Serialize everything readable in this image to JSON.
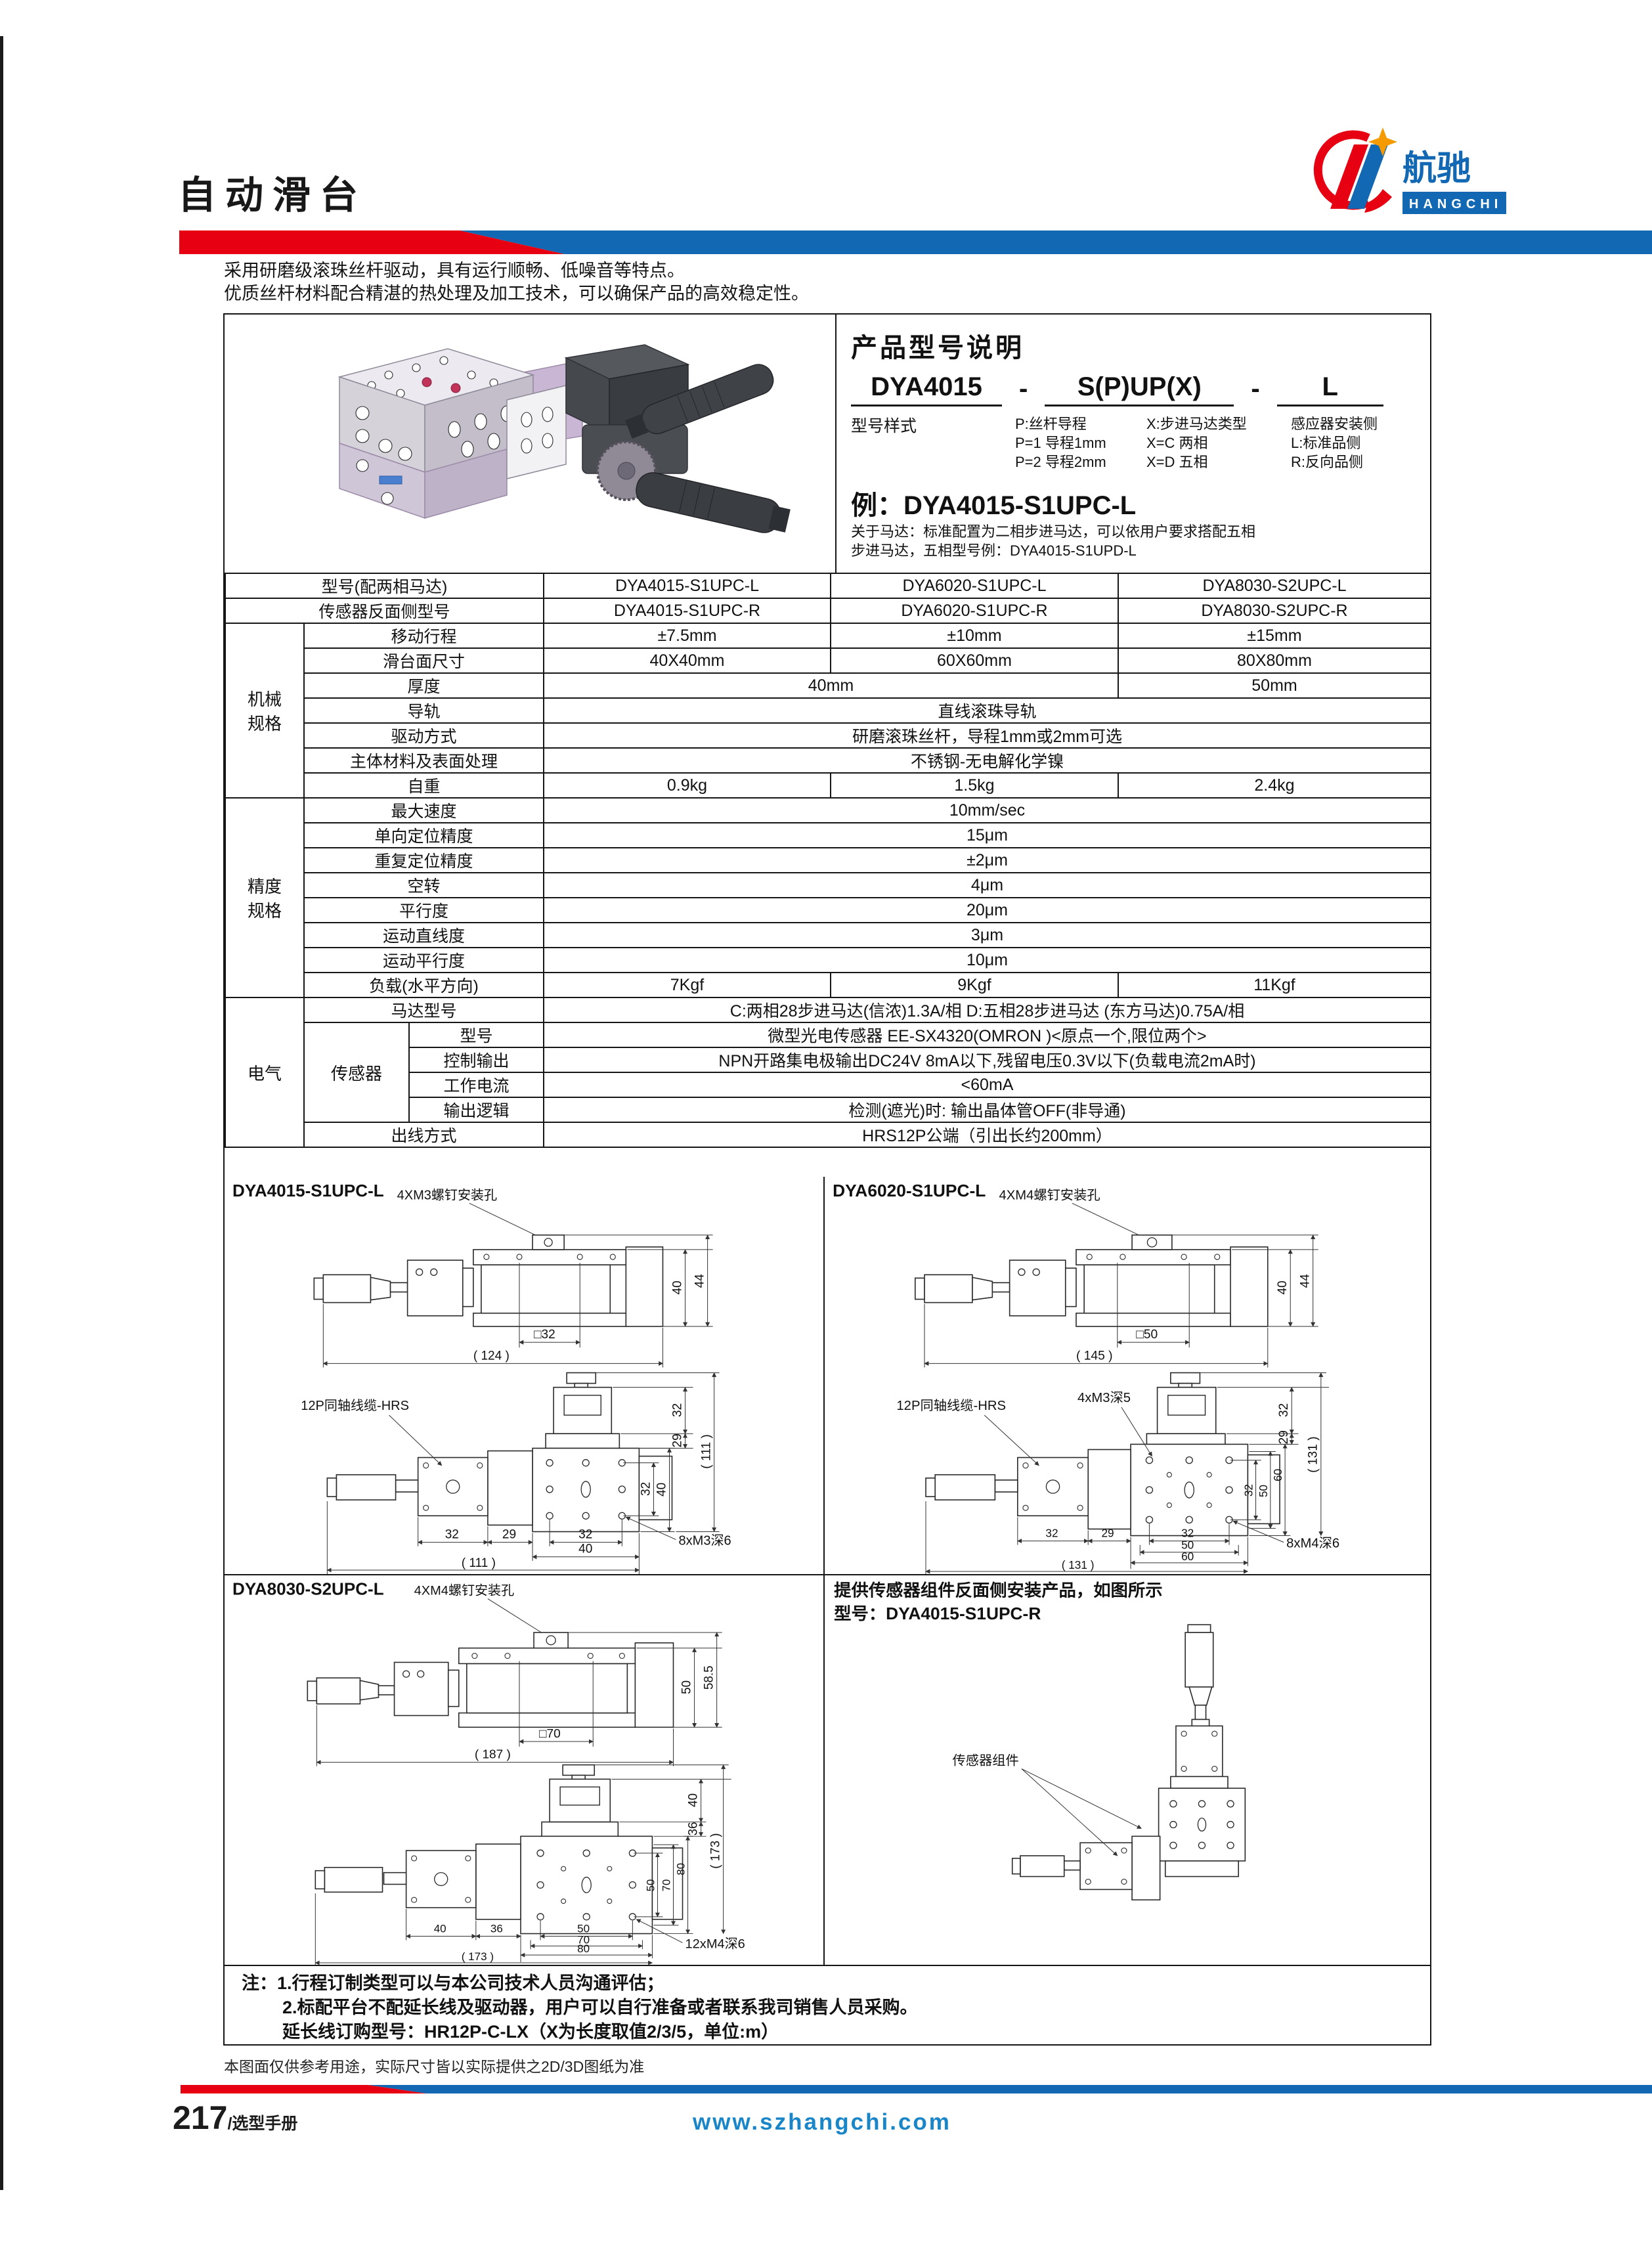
{
  "page": {
    "title": "自动滑台",
    "intro_line1": "采用研磨级滚珠丝杆驱动，具有运行顺畅、低噪音等特点。",
    "intro_line2": "优质丝杆材料配合精湛的热处理及加工技术，可以确保产品的高效稳定性。",
    "disclaimer": "本图面仅供参考用途，实际尺寸皆以实际提供之2D/3D图纸为准",
    "footer_page_number": "217",
    "footer_page_label": "/选型手册",
    "footer_website": "www.szhangchi.com",
    "colors": {
      "red": "#e60012",
      "blue": "#1268b3",
      "url_blue": "#1a86c8"
    }
  },
  "logo": {
    "name_cn": "航驰",
    "name_en": "HANGCHI"
  },
  "model_explanation": {
    "heading": "产品型号说明",
    "code_part1": "DYA4015",
    "dash1": "-",
    "code_part2": "S(P)UP(X)",
    "dash2": "-",
    "code_part3": "L",
    "part1_label": "型号样式",
    "p_lines": [
      "P:丝杆导程",
      "P=1 导程1mm",
      "P=2 导程2mm"
    ],
    "x_lines": [
      "X:步进马达类型",
      "X=C 两相",
      "X=D 五相"
    ],
    "l_lines": [
      "感应器安装侧",
      "L:标准品侧",
      "R:反向品侧"
    ],
    "example": "例：DYA4015-S1UPC-L",
    "motor_note1": "关于马达：标准配置为二相步进马达，可以依用户要求搭配五相",
    "motor_note2": "步进马达，五相型号例：DYA4015-S1UPD-L"
  },
  "spec_table": {
    "rows": [
      [
        {
          "t": "型号(配两相马达)",
          "cs": 3,
          "c": "lab"
        },
        {
          "t": "DYA4015-S1UPC-L"
        },
        {
          "t": "DYA6020-S1UPC-L"
        },
        {
          "t": "DYA8030-S2UPC-L"
        }
      ],
      [
        {
          "t": "传感器反面侧型号",
          "cs": 3,
          "c": "lab"
        },
        {
          "t": "DYA4015-S1UPC-R"
        },
        {
          "t": "DYA6020-S1UPC-R"
        },
        {
          "t": "DYA8030-S2UPC-R"
        }
      ],
      [
        {
          "t": "机械\n规格",
          "rs": 7,
          "c": "grp"
        },
        {
          "t": "移动行程",
          "cs": 2,
          "c": "lab"
        },
        {
          "t": "±7.5mm"
        },
        {
          "t": "±10mm"
        },
        {
          "t": "±15mm"
        }
      ],
      [
        {
          "t": "滑台面尺寸",
          "cs": 2,
          "c": "lab"
        },
        {
          "t": "40X40mm"
        },
        {
          "t": "60X60mm"
        },
        {
          "t": "80X80mm"
        }
      ],
      [
        {
          "t": "厚度",
          "cs": 2,
          "c": "lab"
        },
        {
          "t": "40mm",
          "cs": 2
        },
        {
          "t": "50mm"
        }
      ],
      [
        {
          "t": "导轨",
          "cs": 2,
          "c": "lab"
        },
        {
          "t": "直线滚珠导轨",
          "cs": 3
        }
      ],
      [
        {
          "t": "驱动方式",
          "cs": 2,
          "c": "lab"
        },
        {
          "t": "研磨滚珠丝杆，导程1mm或2mm可选",
          "cs": 3
        }
      ],
      [
        {
          "t": "主体材料及表面处理",
          "cs": 2,
          "c": "lab"
        },
        {
          "t": "不锈钢-无电解化学镍",
          "cs": 3
        }
      ],
      [
        {
          "t": "自重",
          "cs": 2,
          "c": "lab"
        },
        {
          "t": "0.9kg"
        },
        {
          "t": "1.5kg"
        },
        {
          "t": "2.4kg"
        }
      ],
      [
        {
          "t": "精度\n规格",
          "rs": 8,
          "c": "grp"
        },
        {
          "t": "最大速度",
          "cs": 2,
          "c": "lab"
        },
        {
          "t": "10mm/sec",
          "cs": 3
        }
      ],
      [
        {
          "t": "单向定位精度",
          "cs": 2,
          "c": "lab"
        },
        {
          "t": "15μm",
          "cs": 3
        }
      ],
      [
        {
          "t": "重复定位精度",
          "cs": 2,
          "c": "lab"
        },
        {
          "t": "±2μm",
          "cs": 3
        }
      ],
      [
        {
          "t": "空转",
          "cs": 2,
          "c": "lab"
        },
        {
          "t": "4μm",
          "cs": 3
        }
      ],
      [
        {
          "t": "平行度",
          "cs": 2,
          "c": "lab"
        },
        {
          "t": "20μm",
          "cs": 3
        }
      ],
      [
        {
          "t": "运动直线度",
          "cs": 2,
          "c": "lab"
        },
        {
          "t": "3μm",
          "cs": 3
        }
      ],
      [
        {
          "t": "运动平行度",
          "cs": 2,
          "c": "lab"
        },
        {
          "t": "10μm",
          "cs": 3
        }
      ],
      [
        {
          "t": "负载(水平方向)",
          "cs": 2,
          "c": "lab"
        },
        {
          "t": "7Kgf"
        },
        {
          "t": "9Kgf"
        },
        {
          "t": "11Kgf"
        }
      ],
      [
        {
          "t": "电气",
          "rs": 6,
          "c": "grp"
        },
        {
          "t": "马达型号",
          "cs": 2,
          "c": "lab"
        },
        {
          "t": "C:两相28步进马达(信浓)1.3A/相 D:五相28步进马达 (东方马达)0.75A/相",
          "cs": 3
        }
      ],
      [
        {
          "t": "传感器",
          "rs": 4,
          "c": "grp"
        },
        {
          "t": "型号",
          "c": "lab"
        },
        {
          "t": "微型光电传感器  EE-SX4320(OMRON )<原点一个,限位两个>",
          "cs": 3
        }
      ],
      [
        {
          "t": "控制输出",
          "c": "lab"
        },
        {
          "t": "NPN开路集电极输出DC24V  8mA以下,残留电压0.3V以下(负载电流2mA时)",
          "cs": 3
        }
      ],
      [
        {
          "t": "工作电流",
          "c": "lab"
        },
        {
          "t": "<60mA",
          "cs": 3
        }
      ],
      [
        {
          "t": "输出逻辑",
          "c": "lab"
        },
        {
          "t": "检测(遮光)时: 输出晶体管OFF(非导通)",
          "cs": 3
        }
      ],
      [
        {
          "t": "出线方式",
          "cs": 2,
          "c": "lab"
        },
        {
          "t": "HRS12P公端（引出长约200mm）",
          "cs": 3
        }
      ]
    ]
  },
  "drawings": {
    "q1": {
      "label": "DYA4015-S1UPC-L",
      "screw_note": "4XM3螺钉安装孔",
      "cable_note": "12P同轴线缆-HRS",
      "tap_note": "8xM3深6",
      "top": {
        "h1": "40",
        "h2": "44",
        "w1": "□32",
        "w2": "( 124 )"
      },
      "plan": {
        "r1": "32",
        "r2": "29",
        "rtot": "( 111 )",
        "s1": "32",
        "s2": "40",
        "b1": "32",
        "b2": "29",
        "b3": "32",
        "b4": "40",
        "btot": "( 111 )"
      }
    },
    "q2": {
      "label": "DYA6020-S1UPC-L",
      "screw_note": "4XM4螺钉安装孔",
      "cable_note": "12P同轴线缆-HRS",
      "tap_small": "4xM3深5",
      "tap_note": "8xM4深6",
      "top": {
        "h1": "40",
        "h2": "44",
        "w1": "□50",
        "w2": "( 145 )"
      },
      "plan": {
        "r1": "32",
        "r2": "29",
        "rtot": "( 131 )",
        "s1": "32",
        "s2": "50",
        "s3": "60",
        "b1": "32",
        "b2": "29",
        "b3": "32",
        "b4": "50",
        "b5": "60",
        "btot": "( 131 )"
      }
    },
    "q3": {
      "label": "DYA8030-S2UPC-L",
      "screw_note": "4XM4螺钉安装孔",
      "tap_note": "12xM4深6",
      "top": {
        "h1": "50",
        "h2": "58.5",
        "w1": "□70",
        "w2": "( 187 )"
      },
      "plan": {
        "r1": "40",
        "r2": "36",
        "rtot": "( 173 )",
        "s1": "50",
        "s2": "70",
        "s3": "80",
        "b1": "40",
        "b2": "36",
        "b3": "50",
        "b4": "70",
        "b5": "80",
        "btot": "( 173 )"
      }
    },
    "q4": {
      "line1": "提供传感器组件反面侧安装产品，如图所示",
      "line2": "型号：DYA4015-S1UPC-R",
      "sensor_note": "传感器组件"
    }
  },
  "notes": {
    "line1": "注：1.行程订制类型可以与本公司技术人员沟通评估；",
    "line2": "2.标配平台不配延长线及驱动器，用户可以自行准备或者联系我司销售人员采购。",
    "line3": "延长线订购型号：HR12P-C-LX（X为长度取值2/3/5，单位:m）"
  }
}
